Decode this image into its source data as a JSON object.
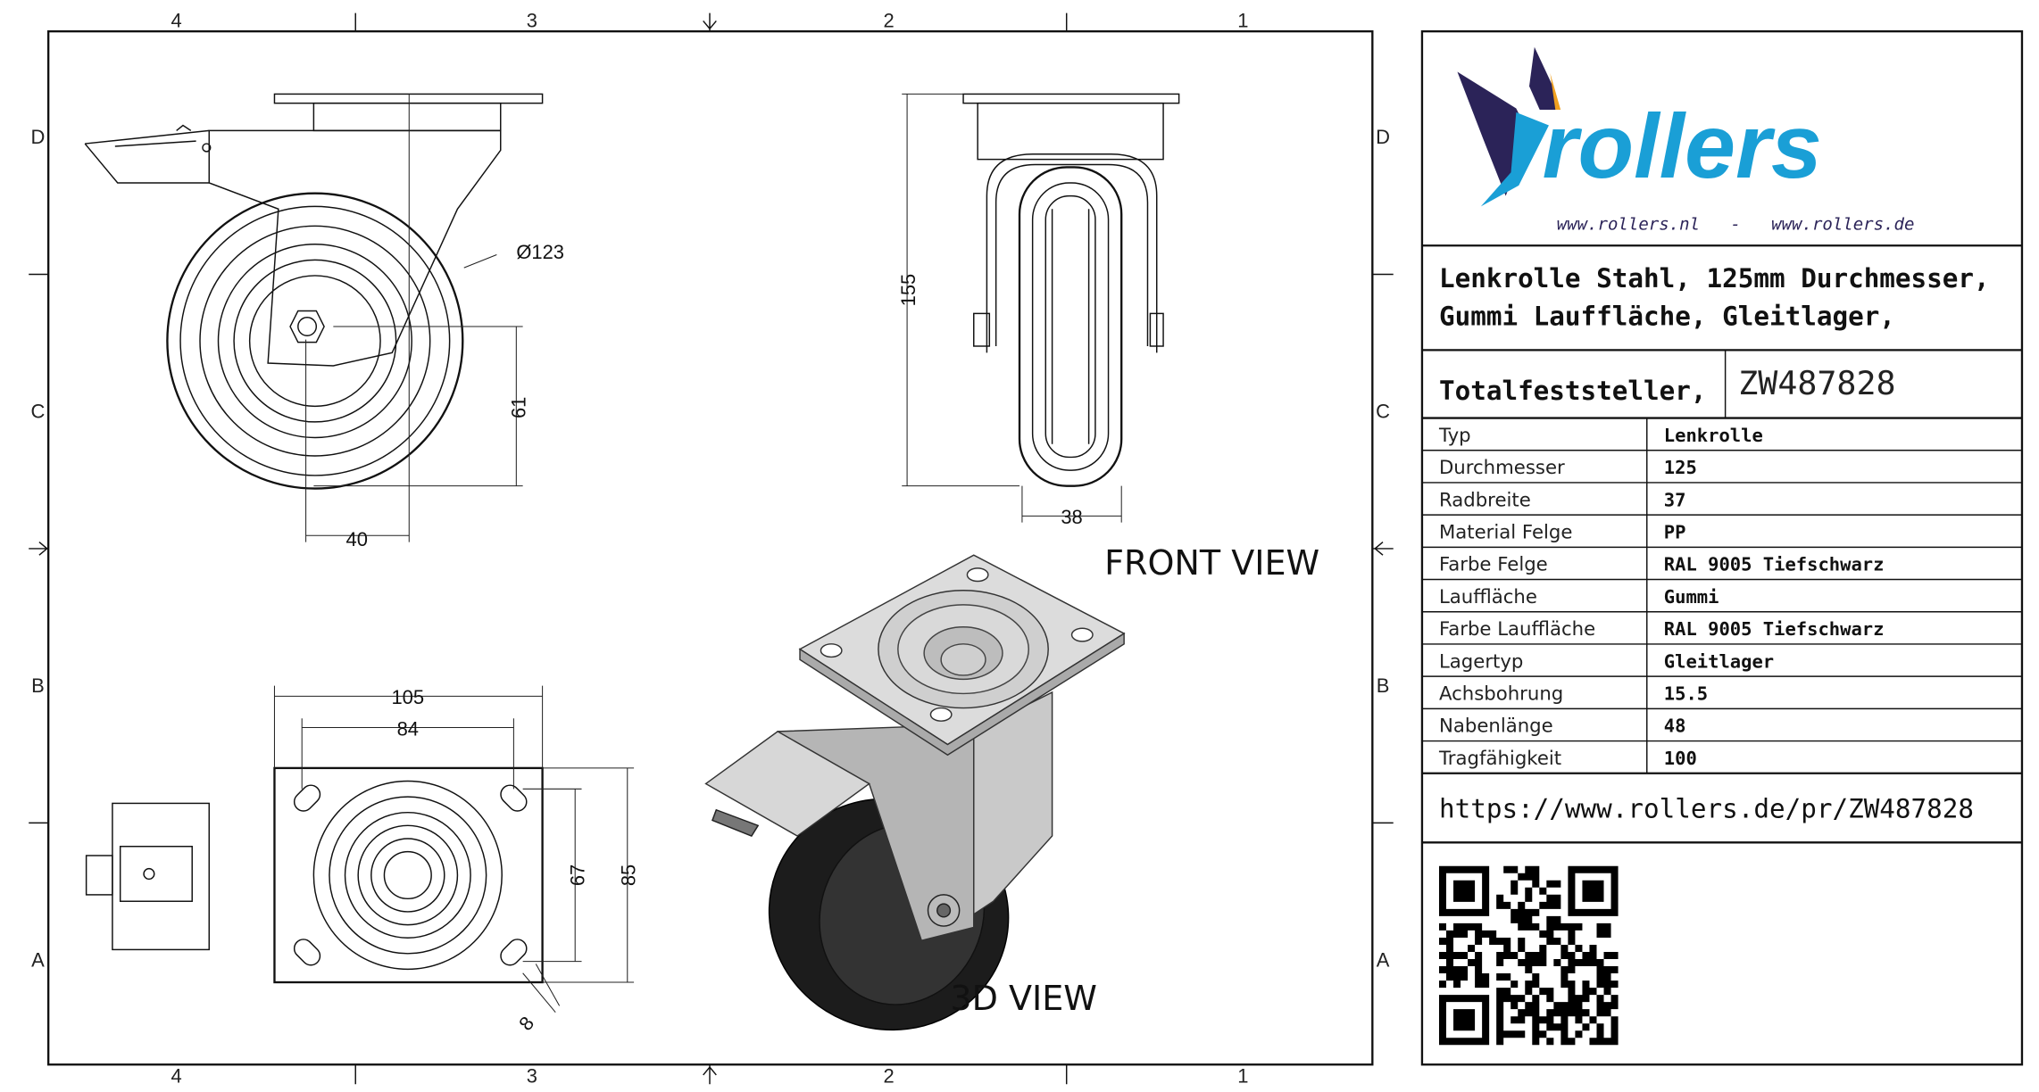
{
  "zones": {
    "columns": [
      "4",
      "3",
      "2",
      "1"
    ],
    "rows": [
      "D",
      "C",
      "B",
      "A"
    ]
  },
  "views": {
    "front_label": "FRONT VIEW",
    "iso_label": "3D VIEW"
  },
  "dimensions": {
    "side_diameter": "Ø123",
    "side_axle_height": "61",
    "side_offset": "40",
    "front_height": "155",
    "front_width": "38",
    "plate_width": "105",
    "plate_hole_spacing_x": "84",
    "plate_hole_spacing_y": "67",
    "plate_height": "85",
    "hole_slot": "8"
  },
  "logo": {
    "brand": "rollers",
    "tagline": "www.rollers.nl   -   www.rollers.de",
    "colors": {
      "blue": "#1a9fd6",
      "navy": "#2b2358",
      "orange": "#f0a020"
    }
  },
  "title_block": {
    "title_line1": "Lenkrolle Stahl, 125mm Durchmesser,",
    "title_line2": "Gummi Lauffläche, Gleitlager,",
    "title_line3": "Totalfeststeller,",
    "product_code": "ZW487828",
    "specs": [
      {
        "label": "Typ",
        "value": "Lenkrolle"
      },
      {
        "label": "Durchmesser",
        "value": "125"
      },
      {
        "label": "Radbreite",
        "value": "37"
      },
      {
        "label": "Material Felge",
        "value": "PP"
      },
      {
        "label": "Farbe Felge",
        "value": "RAL 9005 Tiefschwarz"
      },
      {
        "label": "Lauffläche",
        "value": "Gummi"
      },
      {
        "label": "Farbe Lauffläche",
        "value": "RAL 9005 Tiefschwarz"
      },
      {
        "label": "Lagertyp",
        "value": "Gleitlager"
      },
      {
        "label": "Achsbohrung",
        "value": "15.5"
      },
      {
        "label": "Nabenlänge",
        "value": "48"
      },
      {
        "label": "Tragfähigkeit",
        "value": "100"
      }
    ],
    "url": "https://www.rollers.de/pr/ZW487828"
  }
}
